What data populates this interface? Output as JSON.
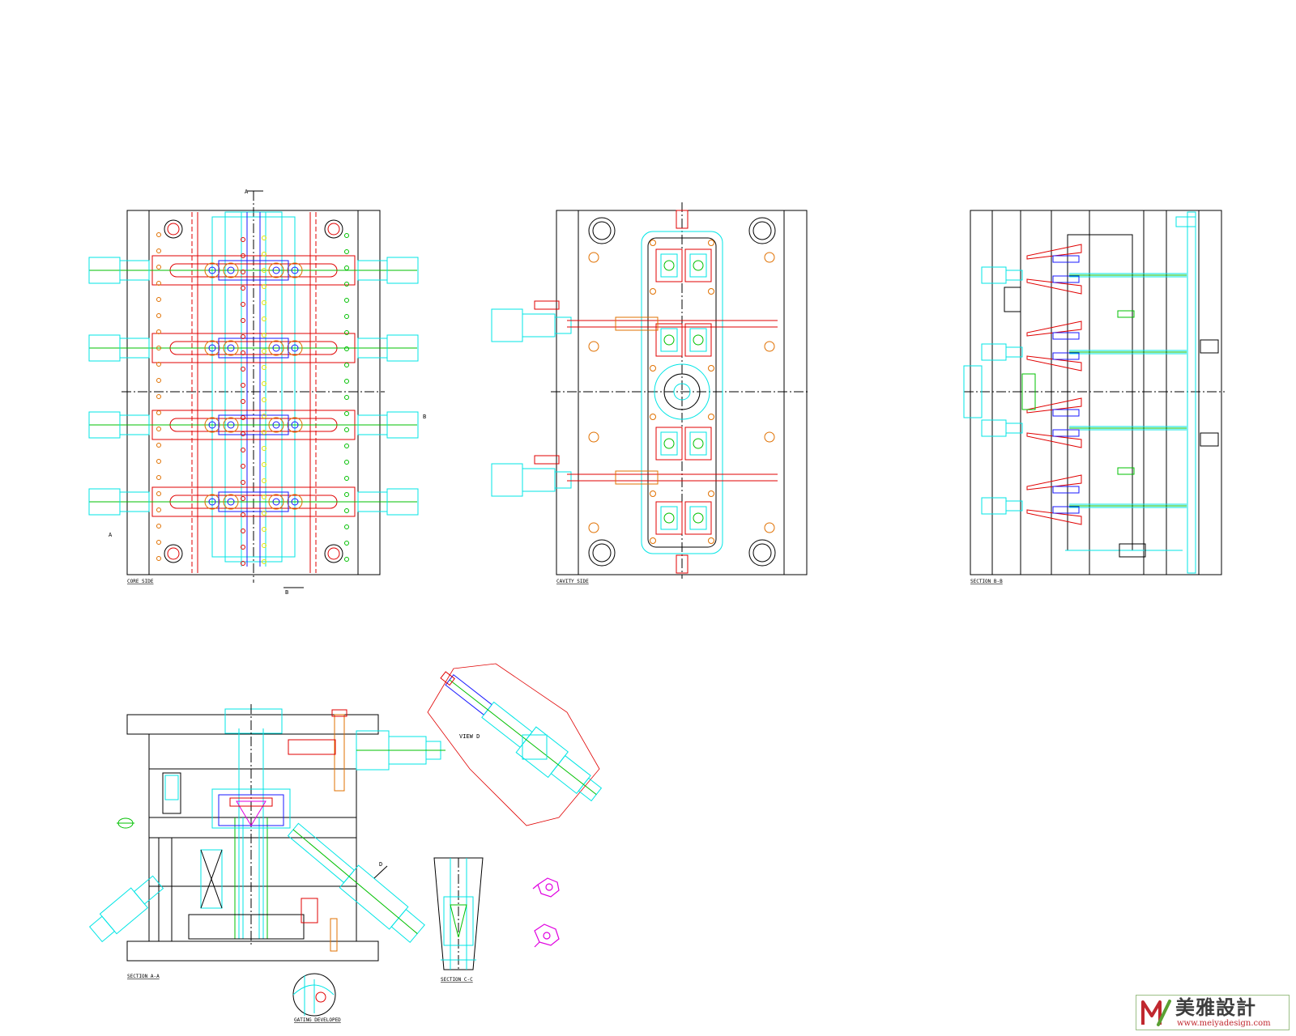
{
  "drawing": {
    "views": [
      {
        "id": "core-side",
        "label": "CORE SIDE"
      },
      {
        "id": "cavity-side",
        "label": "CAVITY SIDE"
      },
      {
        "id": "section-b-b",
        "label": "SECTION B-B"
      },
      {
        "id": "section-a-a",
        "label": "SECTION A-A"
      },
      {
        "id": "section-c-c",
        "label": "SECTION C-C"
      },
      {
        "id": "view-d",
        "label": "VIEW D"
      },
      {
        "id": "gating-detail",
        "label": "GATING DEVELOPED"
      }
    ],
    "markers": {
      "section_a": "A",
      "section_b": "B",
      "view_d": "D"
    },
    "colors": {
      "outline": "#000000",
      "cyan": "#00e5e5",
      "red": "#e00000",
      "green": "#00c000",
      "blue": "#1a1aff",
      "yellow": "#e6e600",
      "magenta": "#e000e0",
      "orange": "#e07000"
    }
  },
  "logo": {
    "name_cn": "美雅設計",
    "url": "www.meiyadesign.com",
    "colors": {
      "border": "#9bbf86",
      "red": "#c0282f",
      "green": "#5aa033"
    }
  }
}
